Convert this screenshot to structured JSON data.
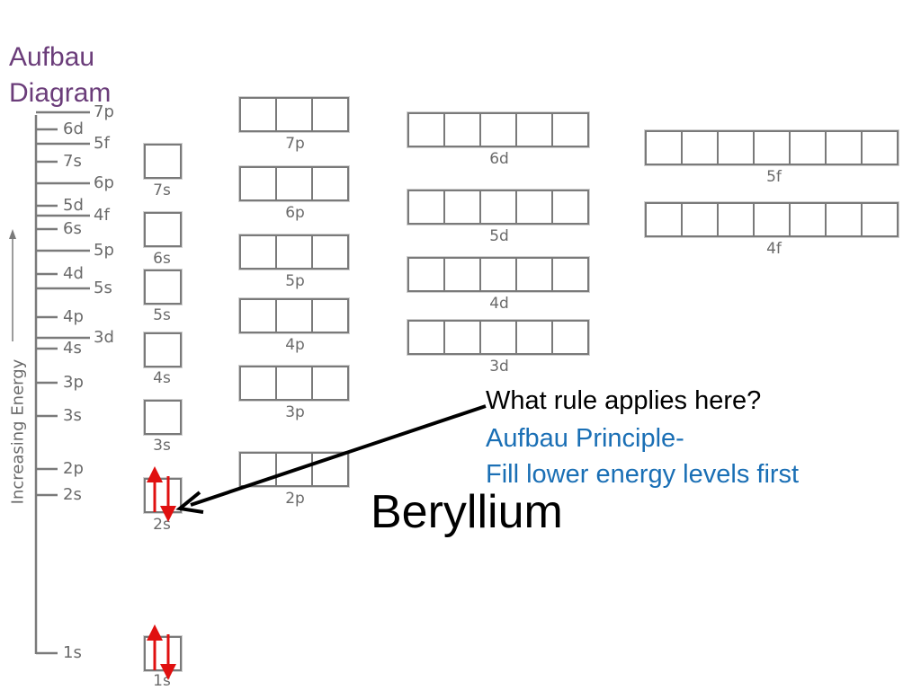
{
  "slide": {
    "title": "Aufbau\nDiagram",
    "element": "Beryllium",
    "question": "What rule applies here?",
    "answer_line1": "Aufbau Principle-",
    "answer_line2": "Fill lower energy levels first"
  },
  "energy_axis": {
    "label": "Increasing Energy",
    "left_levels": [
      "6d",
      "7s",
      "5d",
      "6s",
      "4d",
      "4p",
      "4s",
      "3p",
      "3s",
      "2p",
      "2s",
      "1s"
    ],
    "right_levels": [
      "7p",
      "5f",
      "6p",
      "4f",
      "5p",
      "5s",
      "3d"
    ]
  },
  "orbitals": {
    "s": [
      "7s",
      "6s",
      "5s",
      "4s",
      "3s",
      "2s",
      "1s"
    ],
    "p": [
      "7p",
      "6p",
      "5p",
      "4p",
      "3p",
      "2p"
    ],
    "d": [
      "6d",
      "5d",
      "4d",
      "3d"
    ],
    "f": [
      "5f",
      "4f"
    ]
  },
  "electron_configuration": {
    "1s": 2,
    "2s": 2
  },
  "colors": {
    "title": "#6b3d7a",
    "answer": "#1a6fb5",
    "electron_arrow": "#e01010",
    "diagram_gray": "#7a7a7a"
  }
}
